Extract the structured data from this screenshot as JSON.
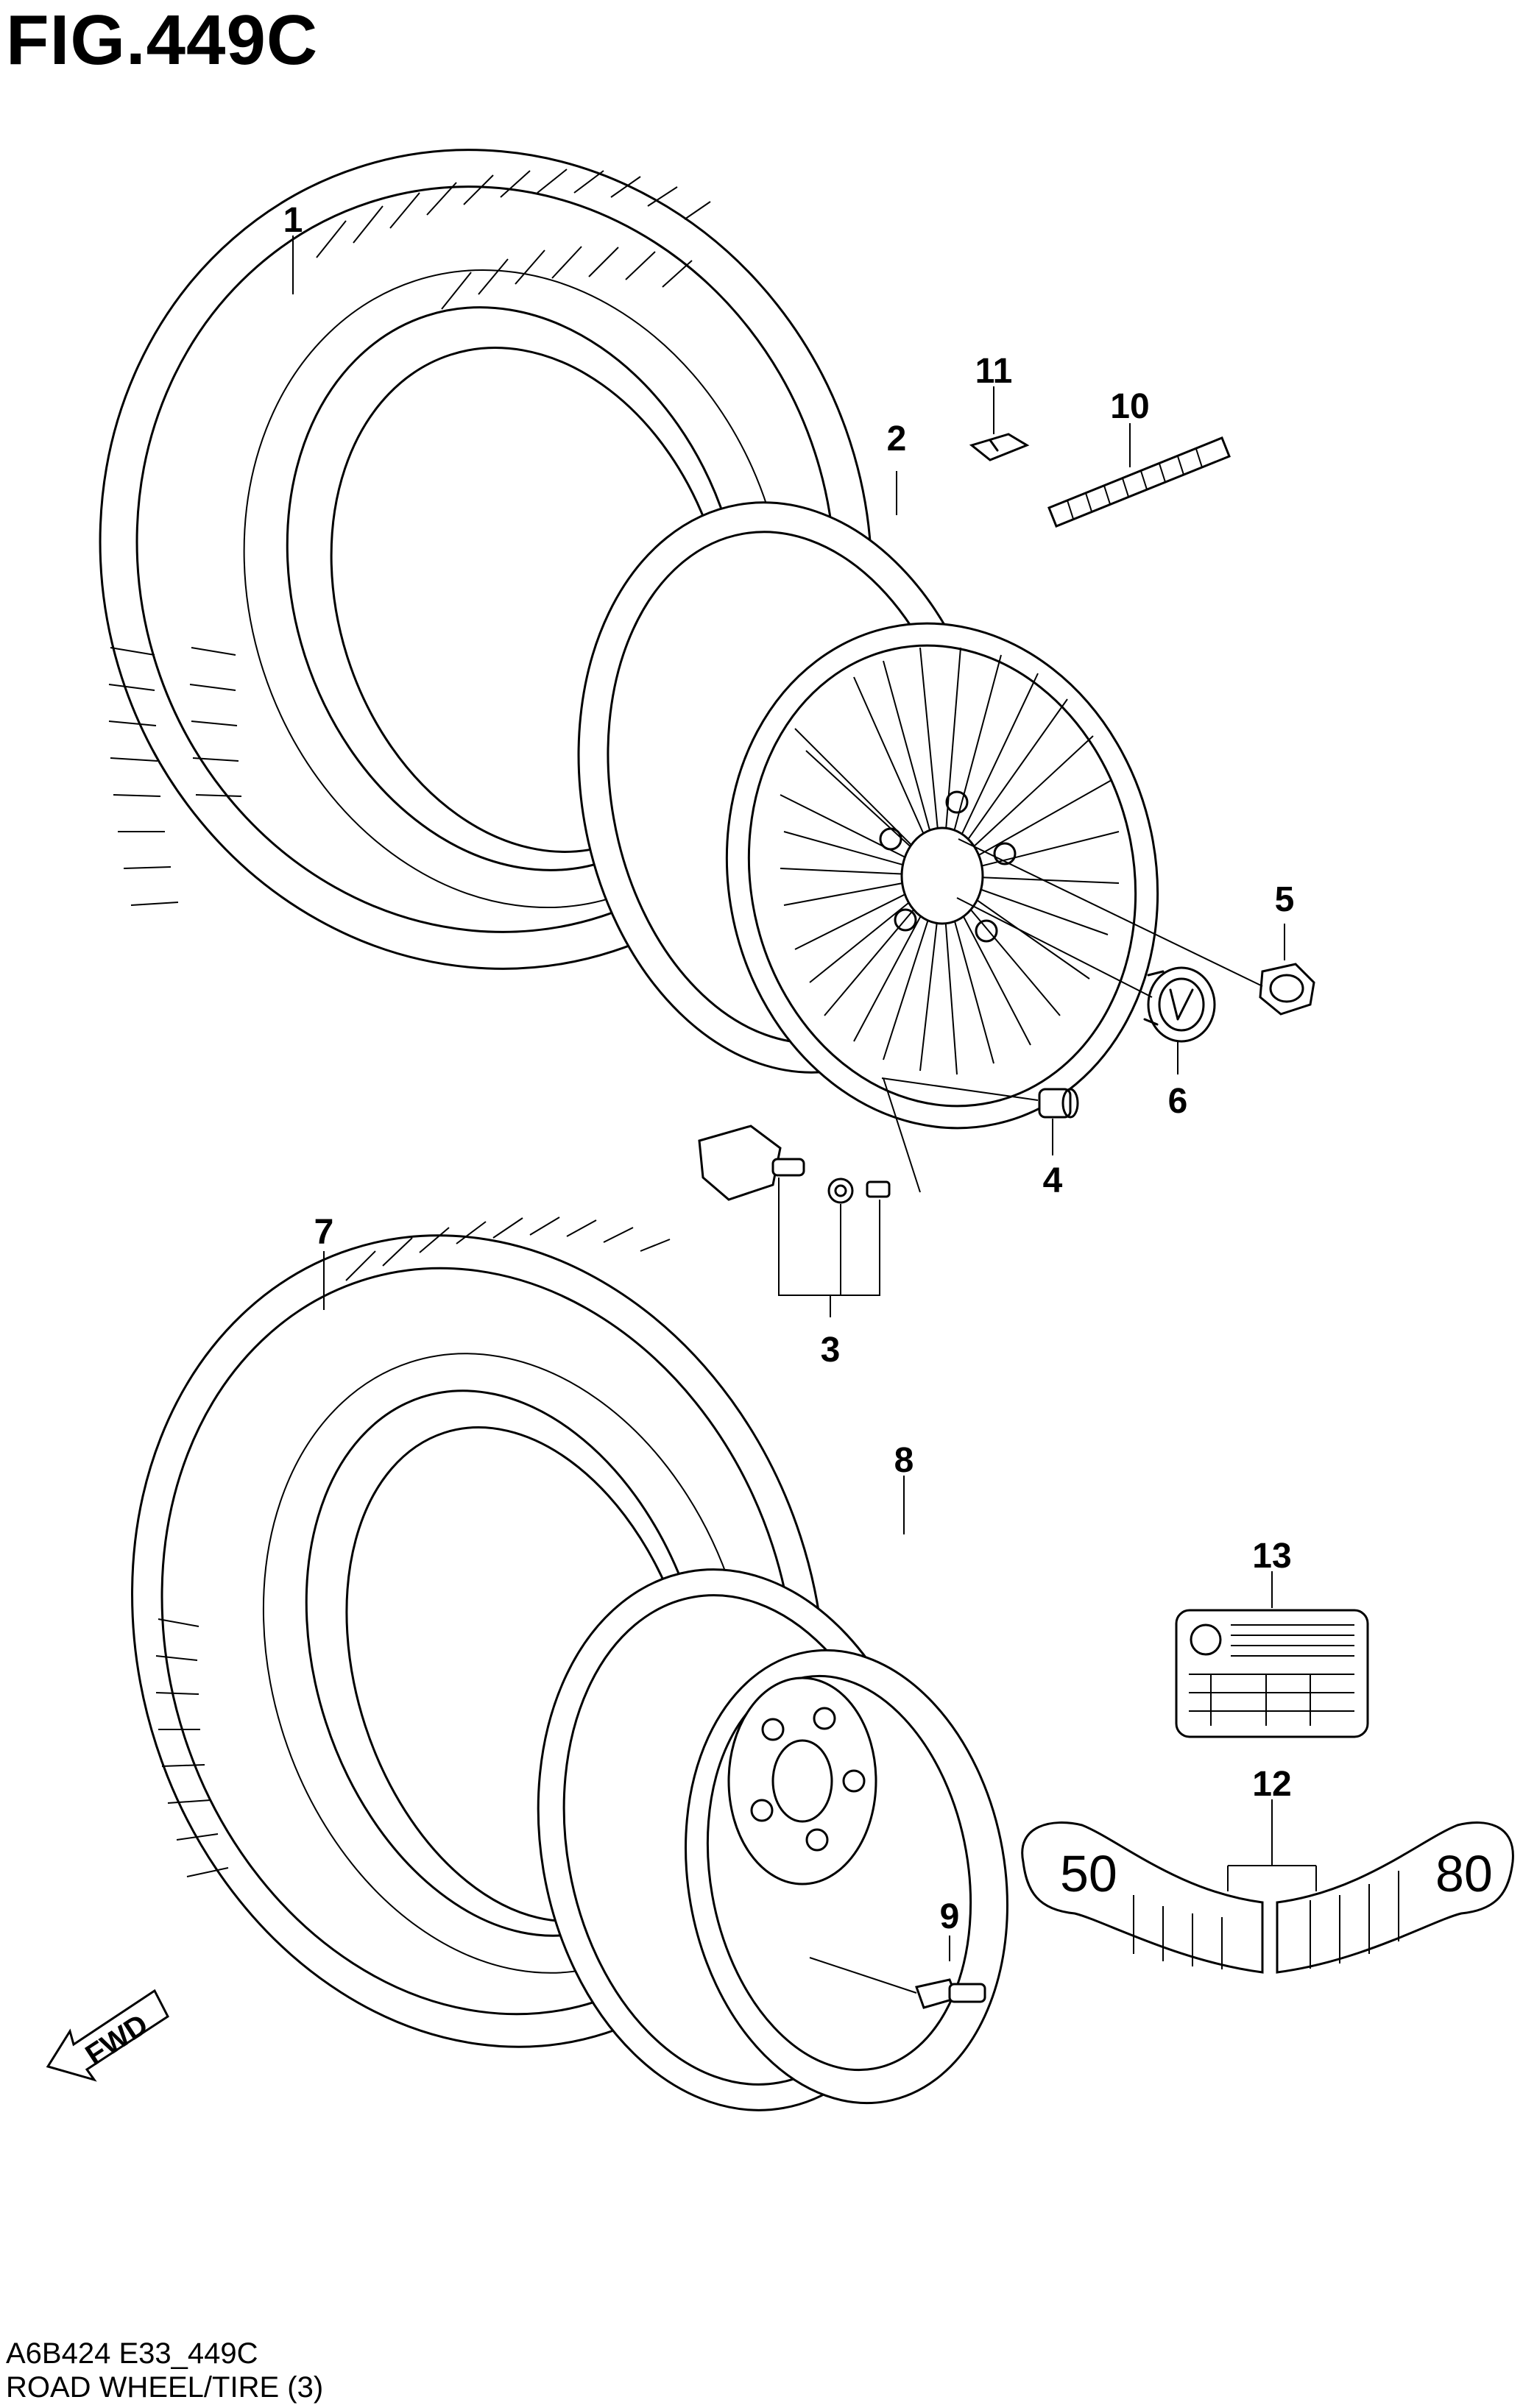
{
  "figure": {
    "title": "FIG.449C",
    "code": "A6B424 E33_449C",
    "subtitle": "ROAD WHEEL/TIRE (3)"
  },
  "callouts": [
    "1",
    "2",
    "3",
    "4",
    "5",
    "6",
    "7",
    "8",
    "9",
    "10",
    "11",
    "12",
    "13"
  ],
  "direction": {
    "label": "FWD"
  },
  "decal_marks": {
    "left": "50",
    "right": "80"
  }
}
